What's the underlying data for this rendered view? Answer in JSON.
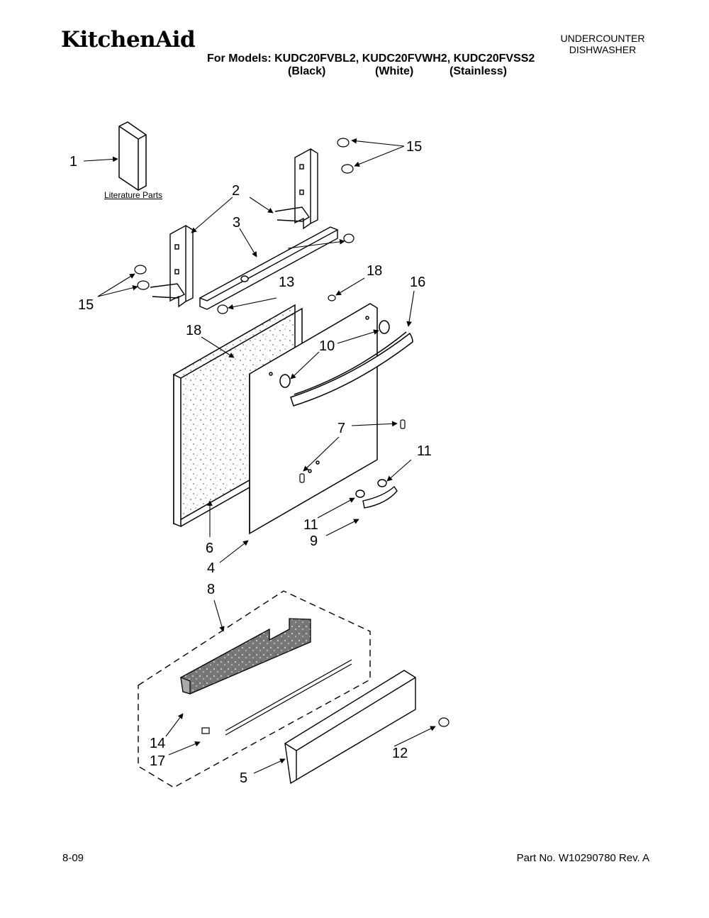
{
  "header": {
    "brand": "KitchenAid",
    "doc_type_line1": "UNDERCOUNTER",
    "doc_type_line2": "DISHWASHER",
    "models": "For Models: KUDC20FVBL2, KUDC20FVWH2, KUDC20FVSS2",
    "variant_black": "(Black)",
    "variant_white": "(White)",
    "variant_stainless": "(Stainless)"
  },
  "diagram": {
    "literature_label": "Literature Parts",
    "callouts": {
      "c1": "1",
      "c2": "2",
      "c3": "3",
      "c4": "4",
      "c5": "5",
      "c6": "6",
      "c7": "7",
      "c8": "8",
      "c9": "9",
      "c10": "10",
      "c11a": "11",
      "c11b": "11",
      "c12": "12",
      "c13": "13",
      "c14": "14",
      "c15a": "15",
      "c15b": "15",
      "c16": "16",
      "c17": "17",
      "c18a": "18",
      "c18b": "18"
    }
  },
  "footer": {
    "date": "8-09",
    "part_no": "Part No. W10290780 Rev. A"
  }
}
